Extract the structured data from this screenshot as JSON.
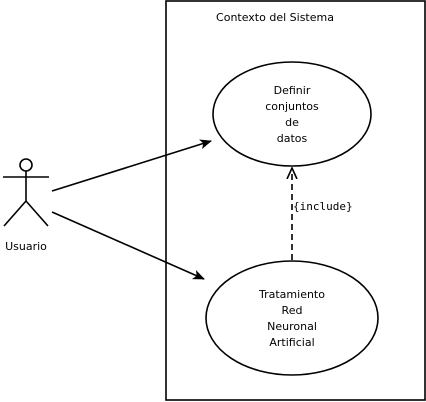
{
  "system": {
    "title": "Contexto del Sistema"
  },
  "actor": {
    "name": "Usuario"
  },
  "use_cases": {
    "definir": {
      "lines": [
        "Definir",
        "conjuntos",
        "de",
        "datos"
      ]
    },
    "tratamiento": {
      "lines": [
        "Tratamiento",
        "Red",
        "Neuronal",
        "Artificial"
      ]
    }
  },
  "relations": {
    "include_label": "{include}"
  },
  "colors": {
    "stroke": "#000000",
    "background": "#ffffff"
  }
}
